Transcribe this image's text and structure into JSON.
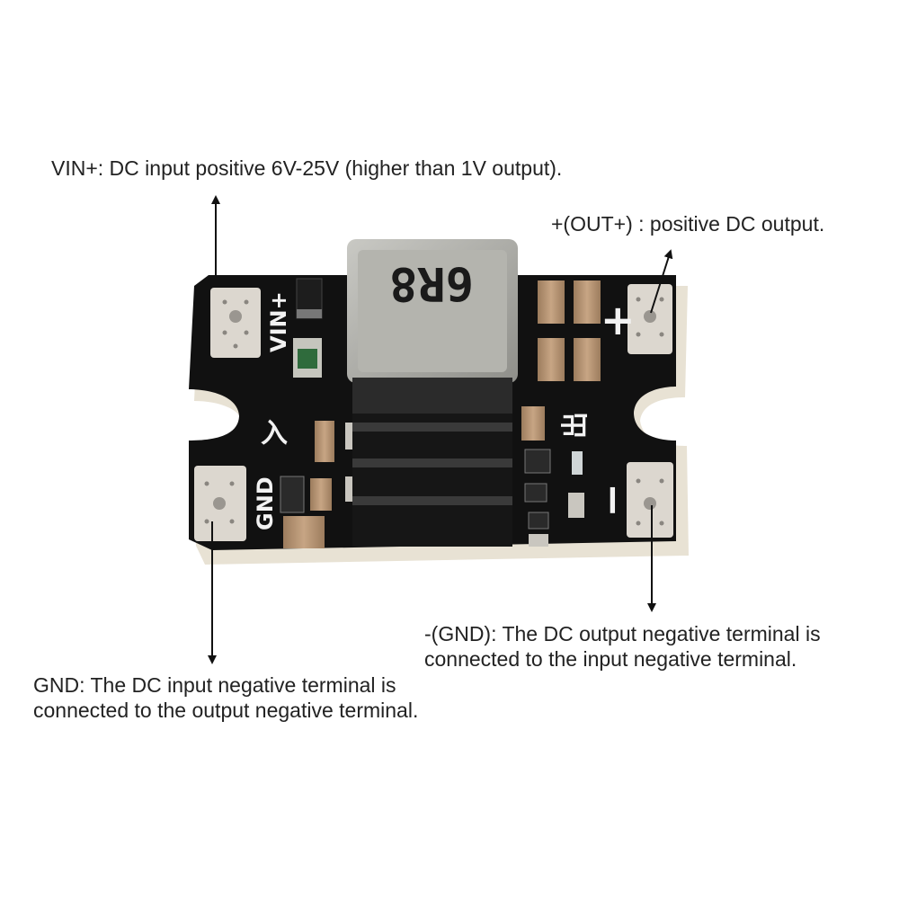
{
  "annotations": {
    "vin": "VIN+: DC input positive 6V-25V (higher than 1V output).",
    "out": "+(OUT+) : positive DC output.",
    "gnd_out_line1": "-(GND): The DC output negative terminal is",
    "gnd_out_line2": "connected to the input negative terminal.",
    "gnd_in_line1": "GND: The DC input negative terminal is",
    "gnd_in_line2": "connected to the output negative terminal."
  },
  "board_silkscreen": {
    "vin_label": "VIN+",
    "gnd_label": "GND",
    "plus_sign": "+",
    "minus_sign": "−",
    "input_char": "入",
    "output_char": "出",
    "inductor_marking": "6R8"
  },
  "colors": {
    "pcb": "#111111",
    "pad": "#d9d4cc",
    "inductor": "#a9a9a4",
    "heatsink": "#141414",
    "arrow": "#111111"
  }
}
